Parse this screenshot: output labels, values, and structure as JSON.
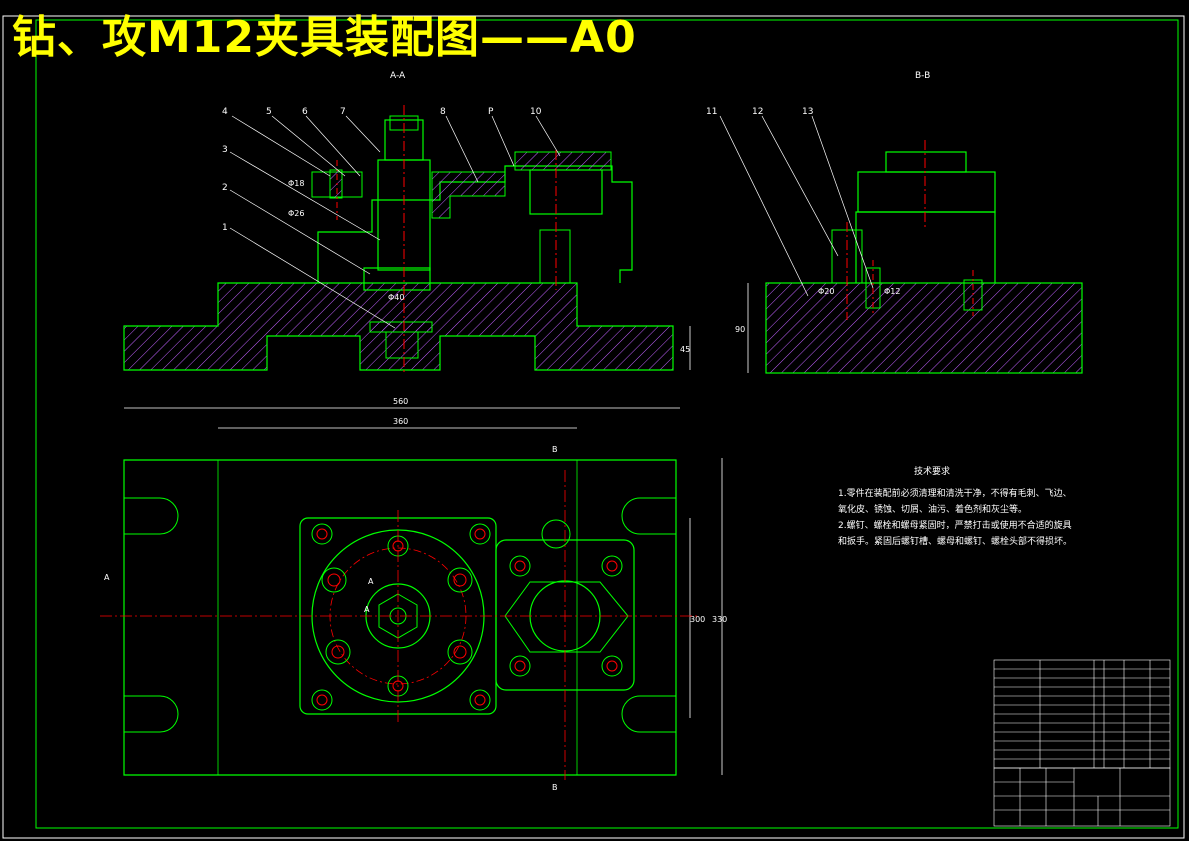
{
  "title": "钻、攻M12夹具装配图——A0",
  "views": {
    "section_aa": "A-A",
    "section_bb": "B-B"
  },
  "part_labels": [
    "1",
    "2",
    "3",
    "4",
    "5",
    "6",
    "7",
    "8",
    "P",
    "10",
    "11",
    "12",
    "13"
  ],
  "dimensions": {
    "top_fit_1": "Φ18",
    "top_fit_2": "Φ26",
    "top_fit_3": "Φ40",
    "top_base_height": "45",
    "bb_fit_1": "Φ20",
    "bb_fit_2": "Φ12",
    "bb_base_height": "90",
    "plan_overall_width": "560",
    "plan_inner_width": "360",
    "plan_height_1": "300",
    "plan_height_2": "330"
  },
  "plan_markers": {
    "b_top": "B",
    "b_bottom": "B",
    "a_left": "A",
    "a_center": "A",
    "a_center2": "A"
  },
  "tech_requirements": {
    "heading": "技术要求",
    "line1": "1.零件在装配前必须清理和清洗干净，不得有毛刺、飞边、",
    "line2": "氧化皮、锈蚀、切屑、油污、着色剂和灰尘等。",
    "line3": "2.螺钉、螺栓和螺母紧固时，严禁打击或使用不合适的旋具",
    "line4": "和扳手。紧固后螺钉槽、螺母和螺钉、螺栓头部不得损坏。"
  },
  "colors": {
    "background": "#000000",
    "outline": "#00ff00",
    "hatch": "#c060ff",
    "centerline": "#ff0000",
    "text": "#ffffff",
    "title": "#ffff00",
    "dimension": "#ffffff"
  }
}
